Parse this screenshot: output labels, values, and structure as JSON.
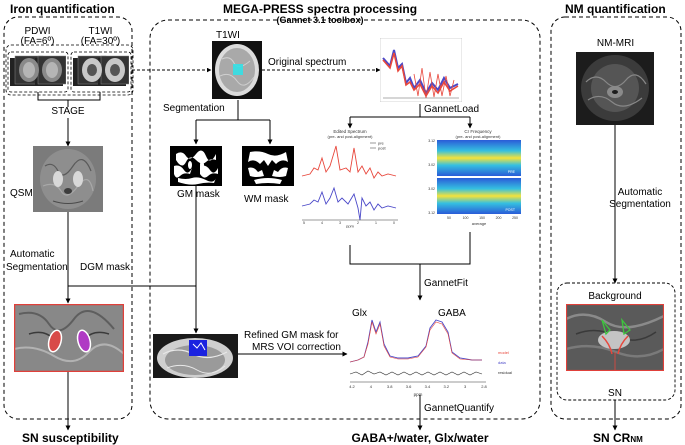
{
  "titles": {
    "iron": "Iron quantification",
    "mega": "MEGA-PRESS spectra processing",
    "mega_sub": "(Gannet 3.1 toolbox)",
    "nm": "NM quantification"
  },
  "iron_panel": {
    "pdwi": "PDWI",
    "pdwi_fa": "(FA=6º)",
    "t1wi": "T1WI",
    "t1wi_fa": "(FA=30º)",
    "stage": "STAGE",
    "qsm": "QSM",
    "auto_seg_1": "Automatic",
    "auto_seg_2": "Segmentation",
    "dgm_mask": "DGM mask",
    "output": "SN susceptibility"
  },
  "mega_panel": {
    "t1wi": "T1WI",
    "original_spectrum": "Original spectrum",
    "segmentation": "Segmentation",
    "gannet_load": "GannetLoad",
    "gm_mask": "GM mask",
    "wm_mask": "WM mask",
    "gannet_fit": "GannetFit",
    "glx": "Glx",
    "gaba": "GABA",
    "refined_1": "Refined GM mask for",
    "refined_2": "MRS VOI correction",
    "gannet_quantify": "GannetQuantify",
    "output": "GABA+/water, Glx/water",
    "edited_title_1": "Edited Spectrum",
    "edited_title_2": "(pre- and post-alignment)",
    "edited_legend_pre": "pre",
    "edited_legend_post": "post",
    "edited_xlabel": "ppm",
    "edited_xticks": [
      "5",
      "4",
      "3",
      "2",
      "1",
      "0"
    ],
    "cr_title_1": "Cr Frequency",
    "cr_title_2": "(pre- and post-alignment)",
    "cr_xlabel": "average",
    "cr_xticks": [
      "50",
      "100",
      "150",
      "200",
      "250"
    ],
    "cr_yticks": [
      "3.12",
      "3.02",
      "3.02",
      "3.12"
    ],
    "cr_tag_pre": "PRE",
    "cr_tag_post": "POST",
    "fit_legend_model": "model",
    "fit_legend_data": "data",
    "fit_legend_residual": "residual",
    "fit_xticks": [
      "4.2",
      "4",
      "3.8",
      "3.6",
      "3.4",
      "3.2",
      "3",
      "2.8"
    ],
    "fit_xlabel": "ppm"
  },
  "nm_panel": {
    "nm_mri": "NM-MRI",
    "auto_seg_1": "Automatic",
    "auto_seg_2": "Segmentation",
    "background": "Background",
    "sn": "SN",
    "output_main": "SN CR",
    "output_sub": "NM"
  },
  "colors": {
    "red_box": "#e0403a",
    "pre_spectrum": "#e8473c",
    "post_spectrum": "#4a48c8",
    "mask_blue": "#1a22e0",
    "voi_cyan": "#33e0e6",
    "nm_green": "#3ec43e",
    "glx_gaba_fit": "#8b2db3"
  }
}
